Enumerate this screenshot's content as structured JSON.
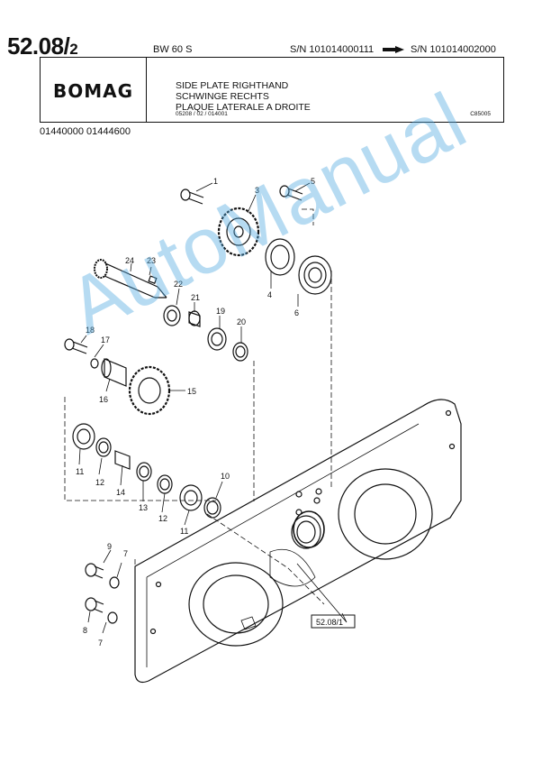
{
  "header": {
    "page_number_main": "52.08/",
    "page_number_sub": "2",
    "model": "BW 60 S",
    "serial_from": "S/N 101014000111",
    "serial_to": "S/N 101014002000",
    "brand": "BOMAG",
    "title_en": "SIDE PLATE RIGHTHAND",
    "title_de": "SCHWINGE RECHTS",
    "title_fr": "PLAQUE LATERALE A DROITE",
    "ref_left": "05208 / 02 / 014001",
    "ref_right": "C85005",
    "part_range": "01440000   01444600"
  },
  "diagram": {
    "callouts": [
      "1",
      "3",
      "5",
      "24",
      "23",
      "22",
      "21",
      "19",
      "20",
      "4",
      "6",
      "18",
      "17",
      "16",
      "15",
      "11",
      "12",
      "14",
      "13",
      "12",
      "11",
      "10",
      "9",
      "7",
      "8",
      "7"
    ],
    "reference_box": "52.08/1"
  },
  "watermark": "AutoManual"
}
